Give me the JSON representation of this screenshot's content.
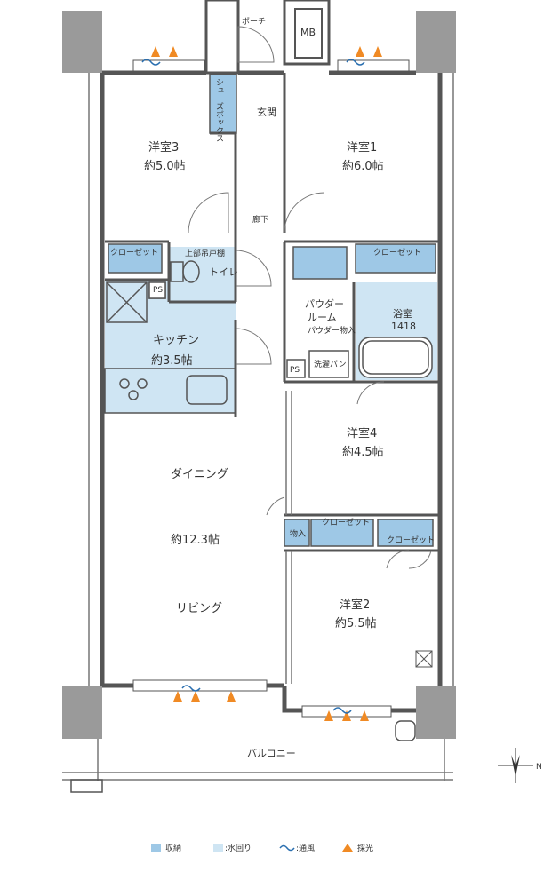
{
  "rooms": {
    "bedroom1": {
      "name": "洋室1",
      "size": "約6.0帖"
    },
    "bedroom2": {
      "name": "洋室2",
      "size": "約5.5帖"
    },
    "bedroom3": {
      "name": "洋室3",
      "size": "約5.0帖"
    },
    "bedroom4": {
      "name": "洋室4",
      "size": "約4.5帖"
    },
    "kitchen": {
      "name": "キッチン",
      "size": "約3.5帖"
    },
    "dining": "ダイニング",
    "ldk_size": "約12.3帖",
    "living": "リビング",
    "bath": {
      "name": "浴室",
      "size": "1418"
    },
    "powder": {
      "line1": "パウダー",
      "line2": "ルーム"
    }
  },
  "labels": {
    "porch": "ポーチ",
    "mb": "MB",
    "shoes_box": "シューズボックス",
    "entrance": "玄関",
    "hallway": "廊下",
    "closet": "クローゼット",
    "upper_cabinet": "上部吊戸棚",
    "toilet": "トイレ",
    "ps": "PS",
    "powder_storage": "パウダー物入",
    "laundry_pan": "洗濯パン",
    "storage": "物入",
    "balcony": "バルコニー",
    "compass_n": "N"
  },
  "legend": [
    {
      "text": ":収納",
      "color": "#9ec8e6"
    },
    {
      "text": ":水回り",
      "color": "#cfe5f3"
    },
    {
      "text": ":通風",
      "color": "#2a6fb0"
    },
    {
      "text": ":採光",
      "color": "#f08a24"
    }
  ]
}
